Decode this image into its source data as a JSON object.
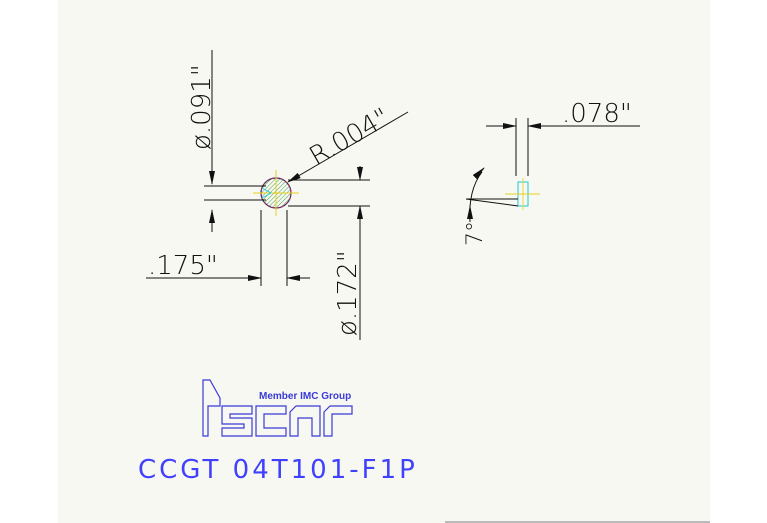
{
  "drawing": {
    "dim_diameter_small": "ø.091\"",
    "dim_radius": "R.004\"",
    "dim_width": ".175\"",
    "dim_diameter_large": "ø.172\"",
    "dim_thickness": ".078\"",
    "dim_angle": "7°"
  },
  "brand": {
    "tagline": "Member IMC Group",
    "logo_text": "ISCAR"
  },
  "part_number": "CCGT 04T101-F1P",
  "colors": {
    "line": "#111111",
    "part_text": "#4040ff",
    "logo": "#3a3ad8",
    "insert_red": "#cc2222",
    "insert_green": "#22aa22",
    "insert_cyan": "#22c8d8",
    "center_yellow": "#e8d020"
  }
}
